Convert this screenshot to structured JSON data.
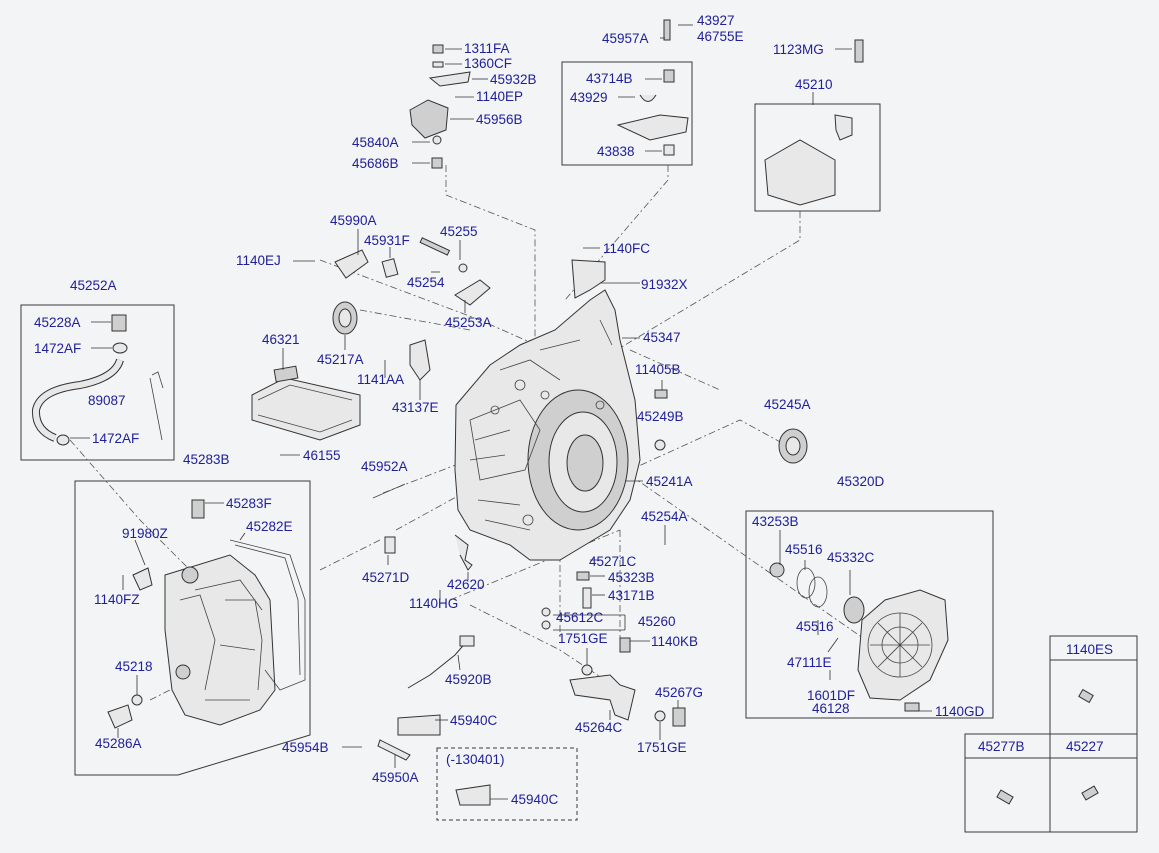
{
  "labels": {
    "l1311FA": "1311FA",
    "l1360CF": "1360CF",
    "l45932B": "45932B",
    "l1140EP": "1140EP",
    "l45956B": "45956B",
    "l45840A": "45840A",
    "l45686B": "45686B",
    "l45957A": "45957A",
    "l43927": "43927",
    "l46755E": "46755E",
    "l43714B": "43714B",
    "l43929": "43929",
    "l43838": "43838",
    "l1123MG": "1123MG",
    "l45210": "45210",
    "l45990A": "45990A",
    "l45931F": "45931F",
    "l45255": "45255",
    "l1140EJ": "1140EJ",
    "l45254": "45254",
    "l45253A": "45253A",
    "l1140FC": "1140FC",
    "l91932X": "91932X",
    "l45252A": "45252A",
    "l45228A": "45228A",
    "l1472AF_a": "1472AF",
    "l89087": "89087",
    "l1472AF_b": "1472AF",
    "l46321": "46321",
    "l45217A": "45217A",
    "l1141AA": "1141AA",
    "l43137E": "43137E",
    "l45347": "45347",
    "l11405B": "11405B",
    "l45249B": "45249B",
    "l45245A": "45245A",
    "l46155": "46155",
    "l45952A": "45952A",
    "l45241A": "45241A",
    "l45283B": "45283B",
    "l45283F": "45283F",
    "l45282E": "45282E",
    "l91980Z": "91980Z",
    "l1140FZ": "1140FZ",
    "l45254A": "45254A",
    "l45320D": "45320D",
    "l45271D": "45271D",
    "l42620": "42620",
    "l1140HG": "1140HG",
    "l45271C": "45271C",
    "l45323B": "45323B",
    "l43171B": "43171B",
    "l43253B": "43253B",
    "l45516_a": "45516",
    "l45332C": "45332C",
    "l45612C": "45612C",
    "l45260": "45260",
    "l1751GE_a": "1751GE",
    "l1140KB": "1140KB",
    "l45516_b": "45516",
    "l45218": "45218",
    "l45920B": "45920B",
    "l47111E": "47111E",
    "l45267G": "45267G",
    "l1601DF": "1601DF",
    "l46128": "46128",
    "l1140GD": "1140GD",
    "l45286A": "45286A",
    "l45940C_a": "45940C",
    "l45264C": "45264C",
    "l1751GE_b": "1751GE",
    "l45954B": "45954B",
    "l45950A": "45950A",
    "l130401": "(-130401)",
    "l45940C_b": "45940C",
    "l1140ES": "1140ES",
    "l45277B": "45277B",
    "l45227": "45227"
  }
}
